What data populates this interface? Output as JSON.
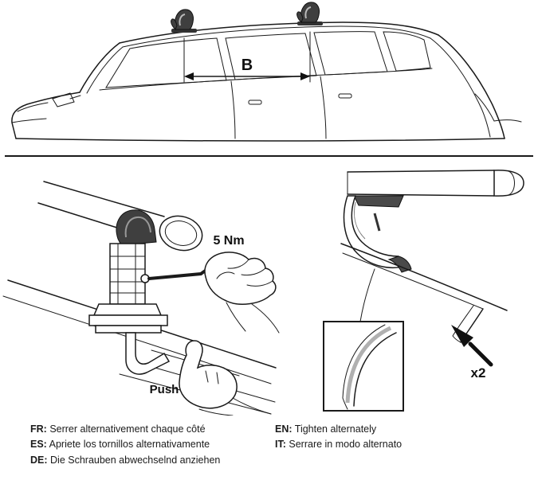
{
  "figure": {
    "dimension_label": "B",
    "torque_label": "5 Nm",
    "push_label": "Push",
    "quantity_label": "x2"
  },
  "instructions": {
    "left": [
      {
        "lang": "FR:",
        "text": "Serrer alternativement chaque côté"
      },
      {
        "lang": "ES:",
        "text": "Apriete los tornillos alternativamente"
      },
      {
        "lang": "DE:",
        "text": "Die Schrauben abwechselnd anziehen"
      }
    ],
    "right": [
      {
        "lang": "EN:",
        "text": "Tighten alternately"
      },
      {
        "lang": "IT:",
        "text": "Serrare in modo alternato"
      }
    ]
  }
}
